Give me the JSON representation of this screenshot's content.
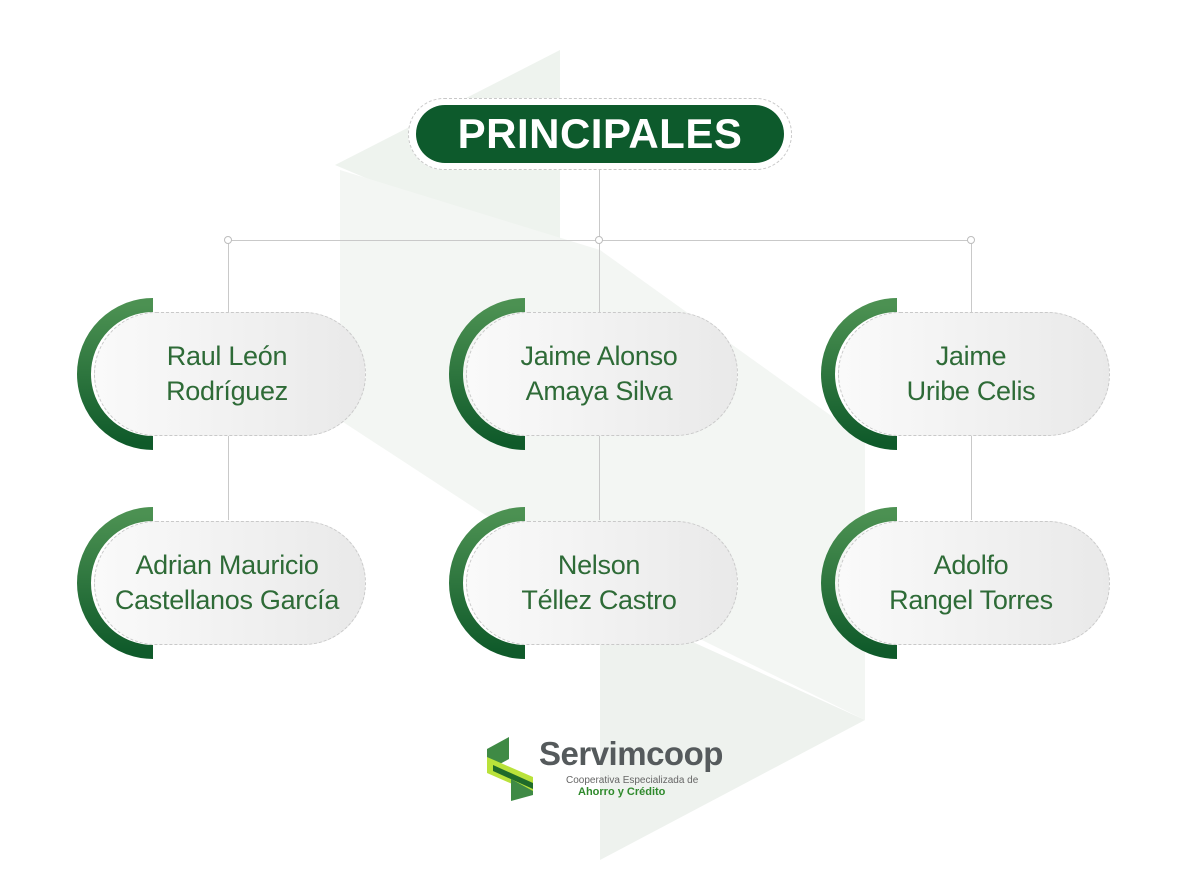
{
  "title": "PRINCIPALES",
  "colors": {
    "title_bg": "#0d5a2c",
    "name_text": "#2e6b37",
    "arc": "#3f8a45"
  },
  "columns": [
    {
      "top": [
        "Raul León",
        "Rodríguez"
      ],
      "bottom": [
        "Adrian Mauricio",
        "Castellanos García"
      ]
    },
    {
      "top": [
        "Jaime Alonso",
        "Amaya Silva"
      ],
      "bottom": [
        "Nelson",
        "Téllez Castro"
      ]
    },
    {
      "top": [
        "Jaime",
        "Uribe Celis"
      ],
      "bottom": [
        "Adolfo",
        "Rangel Torres"
      ]
    }
  ],
  "logo": {
    "name": "Servimcoop",
    "subtitle": "Cooperativa Especializada de",
    "tagline": "Ahorro y Crédito"
  }
}
